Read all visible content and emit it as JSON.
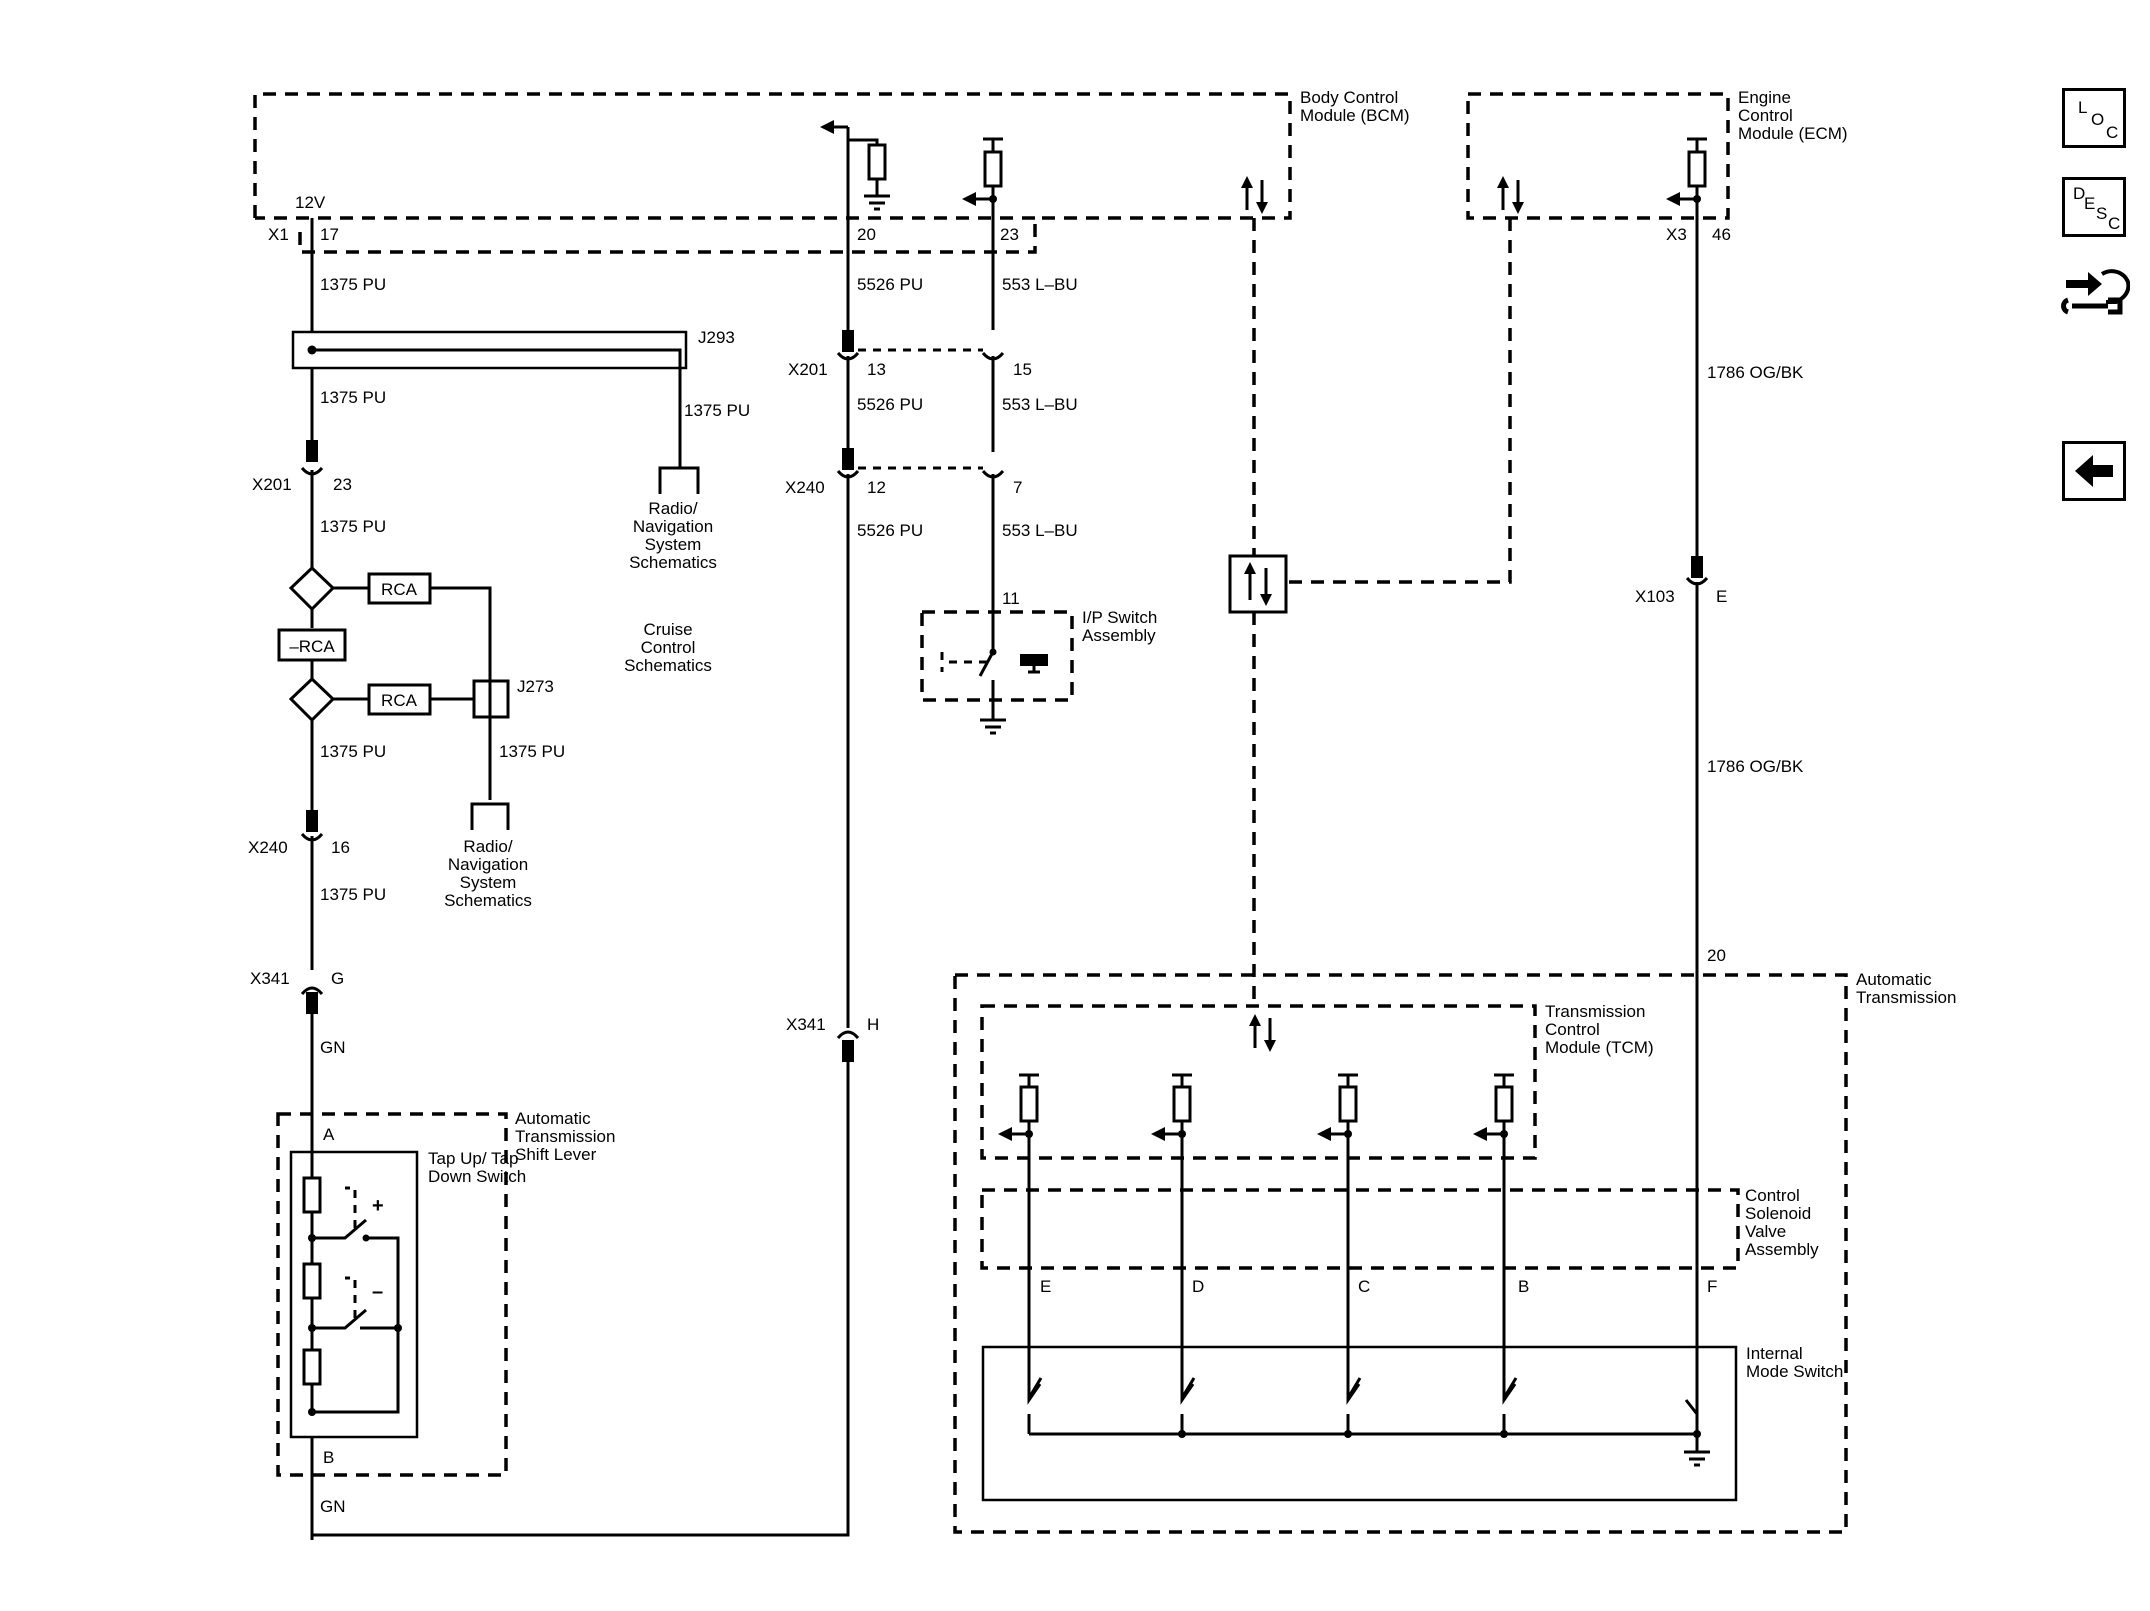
{
  "modules": {
    "bcm": "Body Control Module (BCM)",
    "ecm": "Engine Control Module (ECM)",
    "automatic_transmission": "Automatic Transmission",
    "tcm": "Transmission Control Module (TCM)",
    "control_solenoid": "Control Solenoid Valve Assembly",
    "internal_mode_switch": "Internal Mode Switch",
    "shift_lever": "Automatic Transmission Shift Lever",
    "tap_switch": "Tap Up/ Tap Down Switch",
    "ip_switch": "I/P Switch Assembly"
  },
  "references": {
    "radio_nav_1": "Radio/ Navigation System Schematics",
    "radio_nav_2": "Radio/ Navigation System Schematics",
    "cruise": "Cruise Control Schematics"
  },
  "bcm_pins": {
    "voltage": "12V",
    "connector": "X1",
    "pin17": "17",
    "pin20": "20",
    "pin23": "23"
  },
  "ecm_pins": {
    "connector": "X3",
    "pin46": "46"
  },
  "connectors": {
    "x201_left": "X201",
    "x201_left_pin": "23",
    "x240_left": "X240",
    "x240_left_pin": "16",
    "x341_left": "X341",
    "x341_left_pin": "G",
    "x201_mid": "X201",
    "x201_mid_pin13": "13",
    "x201_mid_pin15": "15",
    "x240_mid": "X240",
    "x240_mid_pin12": "12",
    "x240_mid_pin7": "7",
    "x341_mid": "X341",
    "x341_mid_pin": "H",
    "x103": "X103",
    "x103_pin": "E",
    "ip_pin": "11",
    "auto_trans_pin": "20",
    "shift_pin_a": "A",
    "shift_pin_b": "B",
    "ims_pins": [
      "E",
      "D",
      "C",
      "B",
      "F"
    ]
  },
  "splices": {
    "j293": "J293",
    "j273": "J273"
  },
  "options": {
    "rca1": "RCA",
    "not_rca": "–RCA",
    "rca2": "RCA"
  },
  "wires": {
    "w1375_1": "1375 PU",
    "w1375_2": "1375 PU",
    "w1375_3": "1375 PU",
    "w1375_4": "1375 PU",
    "w1375_5": "1375 PU",
    "w1375_6": "1375 PU",
    "w1375_7": "1375 PU",
    "gn_1": "GN",
    "gn_2": "GN",
    "w5526_1": "5526 PU",
    "w5526_2": "5526 PU",
    "w5526_3": "5526 PU",
    "w553_1": "553 L–BU",
    "w553_2": "553 L–BU",
    "w553_3": "553 L–BU",
    "w1786_1": "1786 OG/BK",
    "w1786_2": "1786 OG/BK"
  },
  "nav": {
    "loc": {
      "chars": [
        "L",
        "O",
        "C"
      ],
      "icon": "location-view-icon"
    },
    "desc": {
      "chars": [
        "D",
        "E",
        "S",
        "C"
      ],
      "icon": "description-view-icon"
    },
    "troubleshoot": {
      "icon": "hand-wrench-icon"
    },
    "back": {
      "icon": "left-arrow-icon"
    }
  }
}
